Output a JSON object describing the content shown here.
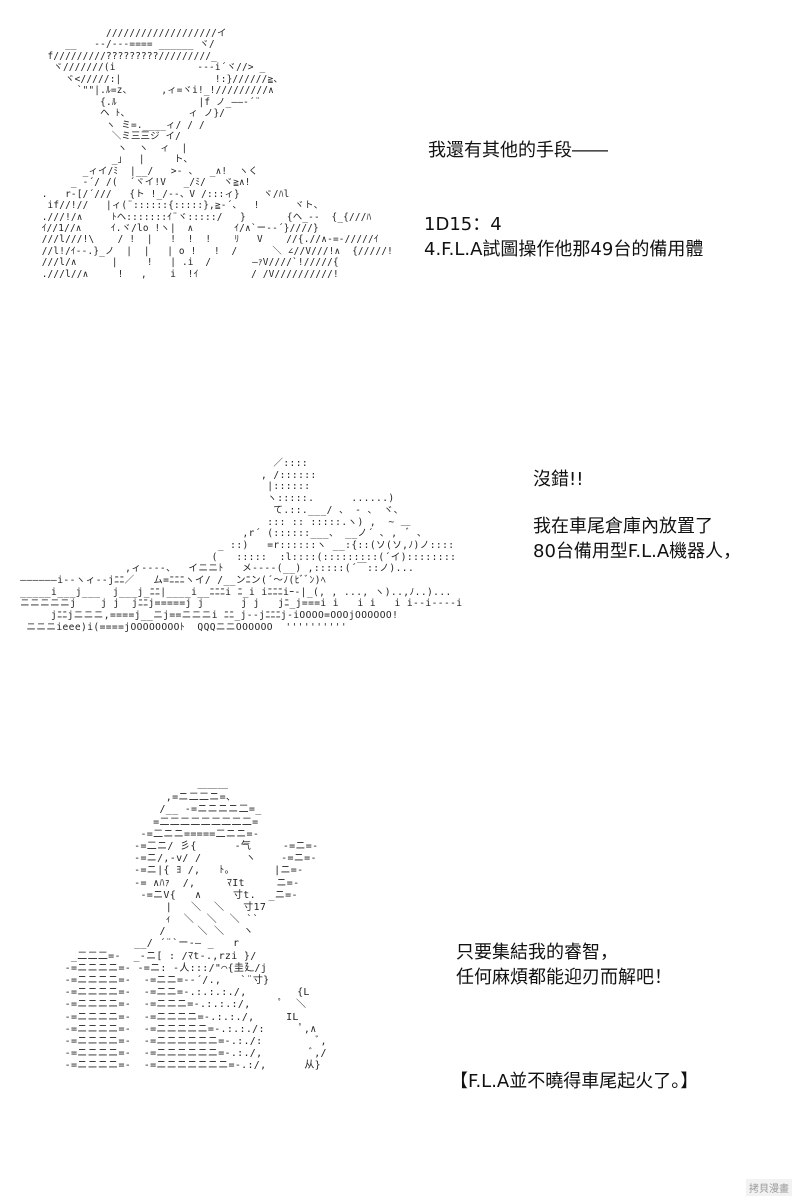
{
  "panels": [
    {
      "art": "             ///////////////////イ\n      __   --/---==== ______ ヾ/\n   f/////////?????????/////////_\n    ヾ///////(i              --‐i´ヾ//> _\n      ヾ</////:|                !:}//////≧、\n        `\"\"|.ﾙ=z、     ,ィ=ヾi!_!/////////∧\n            {.ﾙ              |f ノ_――‐´¨\n            ヘ ﾄ、          ィ ノ}/\n             ヽ ミ=.____ィ/ / /\n              ＼ミ三三ジ イ/\n               ヽ  ヽ  ィ  |\n              _」  |     ト、\n         _ィイ/ﾐ  |__/   >- 、  _∧!  ヽく\n       _ -´/ /(  ´ヾイ!V   _/ﾐ/   ヾ≧∧!\n  .   r-[/´///   {ト !_/--、V /:::ィ}    ヾ/ﾊl\n   if//!//   |ィ(¨::::::{:::::},≧-´、  !      ヾト、\n  .///!/∧     ﾄヘ:::::::ｲ¨ヾ:::::/   }       {ヘ_--  {_{///ﾊ\n  ｲ//1//∧     ｲ.ヾ/lo !ヽ|  ∧       ｲ/∧`ー-‐´}////}\n  ///l///!\\    / !  |   !  !  !    ﾘ   V    //{.//∧-=-/////ｲ\n  //l!/ｲ‐-.}_ノ  |  |   | o !   !  /      ＼ ∠//V///!∧  {/////!\n  ///l/∧      |     !   | .i  /       ―ｧV////`!/////{\n  .///l//∧     !   ,    i  !ｲ         / /V//////////!",
      "left_caption": "我還有其他的手段――",
      "right_lines": [
        "1D15：4",
        "4.F.L.A試圖操作他那49台的備用體"
      ]
    },
    {
      "art": "                                          ／::::\n                                        , /::::::\n                                         |::::::\n                                         ヽ:::::.      ......)\n                                          て.::.___/ 、 ‐ 、 ヾ、\n                                         ::: :: :::::.ヽ) ,  ~ ＿\n                                     ,r´ (::::::___、 __ノ´ ､ ,  ﾞ ､\n                                 _ ::)   =r::::::ヽ __:{::(ソ(ソ,ﾉ)ノ::::\n                                (   :::::  :l::::(:::::::::(´イ)::::::::\n                  ,ィ‐‐‐‐、  イニニﾄ   メ‐‐‐‐(__) ,:::::(´￣::ノ)...\n ――――――i‐‐ヽィ‐‐jﾆﾆ／   ム=ﾆﾆﾆヽイ/ /__ンﾆン(´〜ﾉ(ﾋﾞﾞﾝ)ﾍ\n _____i___j___  j___j_ﾆﾆ|____i__ﾆﾆﾆi ﾆ_i iﾆﾆﾆiｰ‐|_(, , ..., ヽ)..,ﾉ..)...\n ニニニニニj    j j  jﾆﾆj=====j j      j j   jﾆ_j===i i   i i   i i‐‐i‐‐‐‐i\n      jﾆﾆjニニニ,====j__ニj==ニニニi ﾆﾆ_j‐‐jﾆﾆﾆj‐iOOOO=OOOjOOOOOO!\n  ニニニieee)i(====jOOOOOOOOﾄ  QQQニニOOOOOO  ''''''''''",
      "lines": [
        "沒錯!!",
        "",
        "我在車尾倉庫內放置了",
        "80台備用型F.L.A機器人，"
      ]
    },
    {
      "art": "                       ＿＿＿\n                  ,=ニ二二ニ=、\n                 /__ -=ニニニニ二=_\n                =二二二二二二二二二=\n              -=二ニニ=====二ニニ=-\n             -=二ニ/ 彡{      ‐气     -=ニ=-\n             -=ニ/,-v/ /       ヽ    -=ニ=-\n             -=ニ|{ ﾖ /,   ﾄ｡       |ニ=-\n             -= ∧ﾊｧ  /,     ﾏIt     ニ=-\n              -=ニV{   ∧     寸t.  _ニ=-\n                  |   ＼  ＼   寸17\n                  ｨ  ＼  ＼  ＼ ``\n                 /     ＼ ＼   ヽ\n             __/ ´¨`ー-― _   r\n   _二二二=-  _-ニ[ : /ﾏt-.,rzi }/\n  -=ニニニニ=- -=ニ: ‐人:::/\"⌒{圭廴/j\n  -=ニニニニ=-  -=ニニ=-‐´/.,   `¨寸}\n  -=ニニニニ=-  -=ニニ=-.:.:.:./,        {L\n  -=ニニニニ=-  -=ニニニ=-.:.:.:/,     ﾟ  ＼\n  -=ニニニニ=-  -=ニニニニ=-.:.:./,     IL\n  -=ニニニニ=-  -=ニニニニニ=-.:.:./:      ﾟ,∧\n  -=ニニニニ=-  -=ニニニニニニ=-.:./:         ﾞ,\n  -=ニニニニ=-  -=ニニニニニニ=-.:./,        ﾞ,/\n  -=ニニニニ=-  -=ニニニニニニニ=-.:/,      从}",
      "lines": [
        "只要集結我的睿智，",
        "任何麻煩都能迎刃而解吧！"
      ],
      "bracket_note": "【F.L.A並不曉得車尾起火了。】"
    }
  ],
  "watermark": "拷貝漫畫"
}
